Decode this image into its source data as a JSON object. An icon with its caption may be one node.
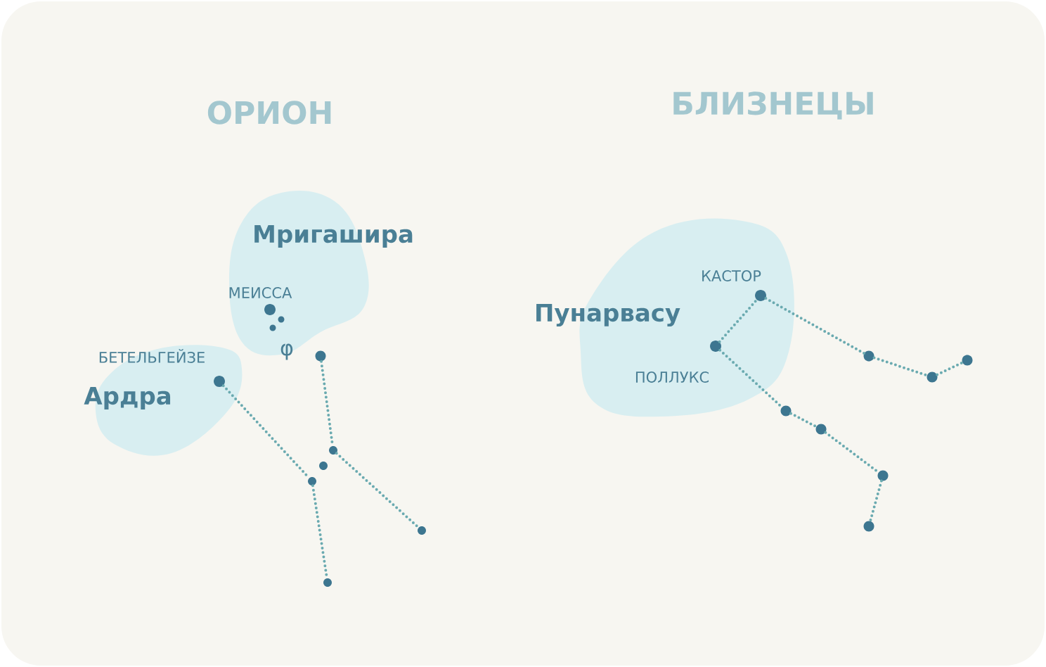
{
  "diagram": {
    "nodes": [
      {
        "text": [
          "Мригашира"
        ]
      },
      {
        "text": [],
        "shape": "circle",
        "in": 0,
        "beside": [
          "МЕИССА"
        ]
      },
      {
        "text": [],
        "shape": "circle",
        "in": 0
      },
      {
        "text": [],
        "shape": "circle",
        "in": 0
      },
      {
        "text": [
          "Ардра"
        ]
      },
      {
        "text": [],
        "shape": "circle",
        "in": 4,
        "beside": [
          "БЕТЕЛЬГЕЙЗЕ"
        ]
      },
      {
        "text": [],
        "shape": "circle",
        "beside": [
          "φ"
        ]
      },
      {
        "text": [],
        "shape": "circle"
      },
      {
        "text": [],
        "shape": "circle"
      },
      {
        "text": [],
        "shape": "circle"
      },
      {
        "text": [],
        "shape": "circle"
      },
      {
        "text": [],
        "shape": "circle"
      },
      {
        "text": [
          "Пунарвасу"
        ]
      },
      {
        "text": [],
        "shape": "circle",
        "in": 12,
        "beside": [
          "КАСТОР"
        ]
      },
      {
        "text": [],
        "shape": "circle",
        "in": 12,
        "beside": [
          "ПОЛЛУКС"
        ]
      },
      {
        "text": [],
        "shape": "circle"
      },
      {
        "text": [],
        "shape": "circle"
      },
      {
        "text": [],
        "shape": "circle"
      },
      {
        "text": [],
        "shape": "circle"
      },
      {
        "text": [],
        "shape": "circle"
      },
      {
        "text": [],
        "shape": "circle"
      },
      {
        "text": [],
        "shape": "circle"
      }
    ],
    "edges": [
      {
        "from": 5,
        "to": 9,
        "arrow": "none"
      },
      {
        "from": 9,
        "to": 11,
        "arrow": "none"
      },
      {
        "from": 6,
        "to": 7,
        "arrow": "none"
      },
      {
        "from": 7,
        "to": 10,
        "arrow": "none"
      },
      {
        "from": 14,
        "to": 13,
        "arrow": "none"
      },
      {
        "from": 13,
        "to": 15,
        "arrow": "none"
      },
      {
        "from": 15,
        "to": 16,
        "arrow": "none"
      },
      {
        "from": 16,
        "to": 17,
        "arrow": "none"
      },
      {
        "from": 14,
        "to": 18,
        "arrow": "none"
      },
      {
        "from": 18,
        "to": 19,
        "arrow": "none"
      },
      {
        "from": 19,
        "to": 20,
        "arrow": "none"
      },
      {
        "from": 20,
        "to": 21,
        "arrow": "none"
      }
    ],
    "labels": [
      "ОРИОН",
      "БЛИЗНЕЦЫ"
    ]
  }
}
